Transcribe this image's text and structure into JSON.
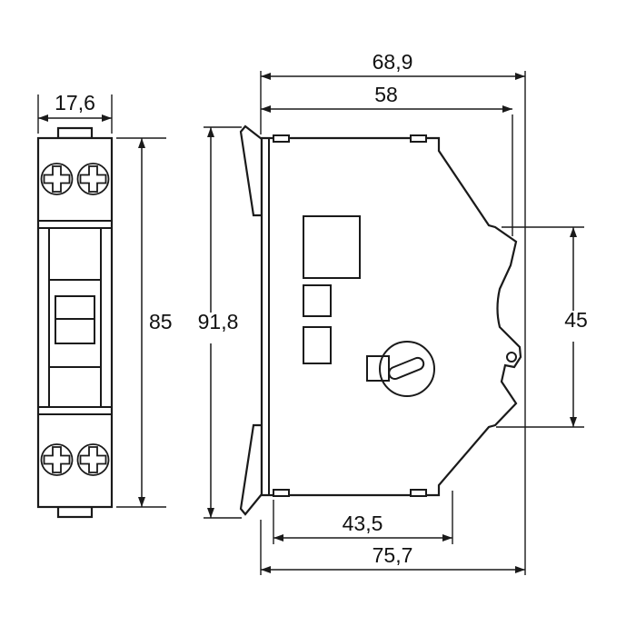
{
  "page": {
    "background": "#ffffff",
    "line_color": "#1a1a1a",
    "text_color": "#111111"
  },
  "dims": {
    "front_width": "17,6",
    "front_height": "85",
    "side_total_width": "68,9",
    "side_upper_width": "58",
    "side_total_height": "91,8",
    "side_terminal_height": "45",
    "side_bottom_width": "43,5",
    "side_bottom_total_width": "75,7"
  }
}
